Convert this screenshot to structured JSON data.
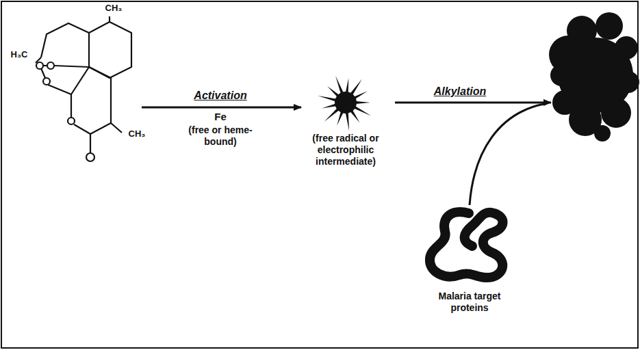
{
  "diagram": {
    "labels": [
      "CH₃",
      "H₃C",
      "CH₃",
      "Activation",
      "Fe",
      "(free or heme-bound)",
      "(free radical or electrophilic intermediate)",
      "Alkylation",
      "Malaria target proteins"
    ]
  }
}
